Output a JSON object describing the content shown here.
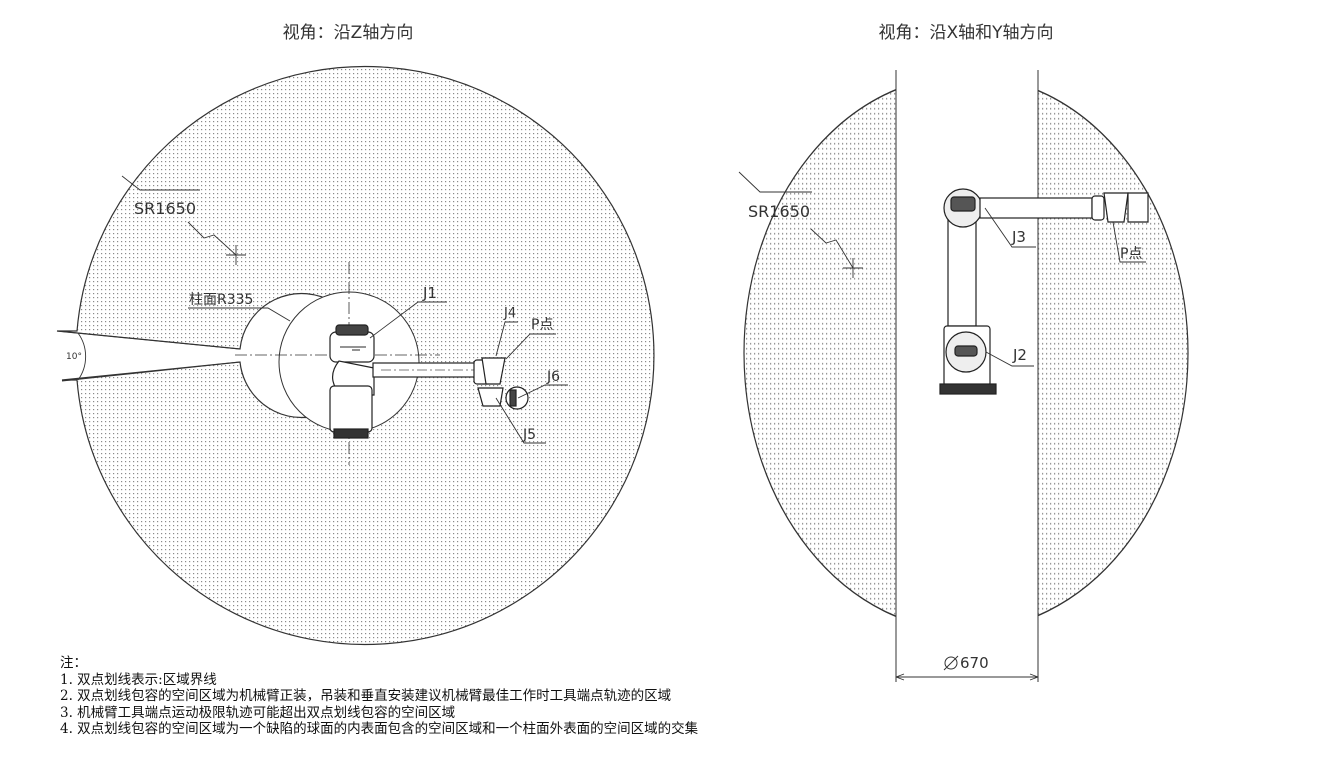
{
  "left_view": {
    "title": "视角：沿Z轴方向",
    "sphere_label": "SR1650",
    "cylinder_label": "柱面R335",
    "angle_label": "10°",
    "joint_labels": [
      "J1",
      "J4",
      "P点",
      "J6",
      "J5"
    ]
  },
  "right_view": {
    "title": "视角：沿X轴和Y轴方向",
    "sphere_label": "SR1650",
    "diameter_label": "670",
    "joint_labels": [
      "J3",
      "P点",
      "J2"
    ]
  },
  "notes": {
    "heading": "注：",
    "items": [
      "1. 双点划线表示:区域界线",
      "2. 双点划线包容的空间区域为机械臂正装，吊装和垂直安装建议机械臂最佳工作时工具端点轨迹的区域",
      "3. 机械臂工具端点运动极限轨迹可能超出双点划线包容的空间区域",
      "4. 双点划线包容的空间区域为一个缺陷的球面的内表面包含的空间区域和一个柱面外表面的空间区域的交集"
    ]
  }
}
